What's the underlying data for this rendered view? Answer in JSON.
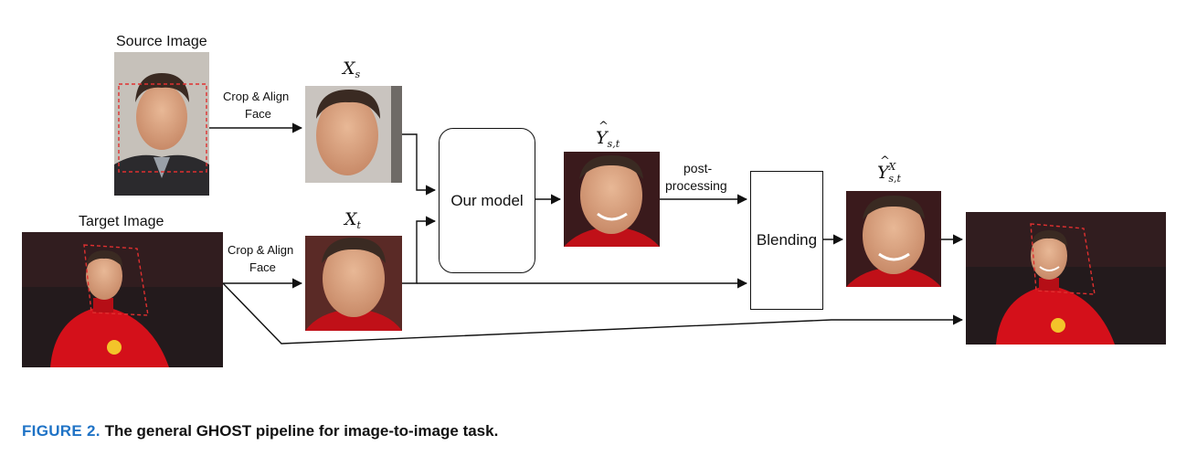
{
  "labels": {
    "source_image": "Source Image",
    "target_image": "Target Image",
    "crop_align_1": "Crop & Align",
    "face_1": "Face",
    "crop_align_2": "Crop & Align",
    "face_2": "Face",
    "post_1": "post-",
    "post_2": "processing"
  },
  "math": {
    "xs_base": "X",
    "xs_sub": "s",
    "xt_base": "X",
    "xt_sub": "t",
    "y_base": "Y",
    "y_hat": "^",
    "y_sub": "s,t",
    "yx_base": "Y",
    "yx_hat": "^",
    "yx_sub": "s,t",
    "yx_sup": "X"
  },
  "boxes": {
    "model": "Our model",
    "blending": "Blending"
  },
  "caption": {
    "figure": "FIGURE 2.",
    "text": "The general GHOST pipeline for image-to-image task."
  },
  "colors": {
    "arrow": "#111111",
    "crop_box": "#e03030",
    "caption_figure": "#1f73c6",
    "skin": "#d9a07f",
    "hair": "#3a2a22",
    "jersey_red": "#d4101a",
    "dark_bg": "#231a1c"
  }
}
